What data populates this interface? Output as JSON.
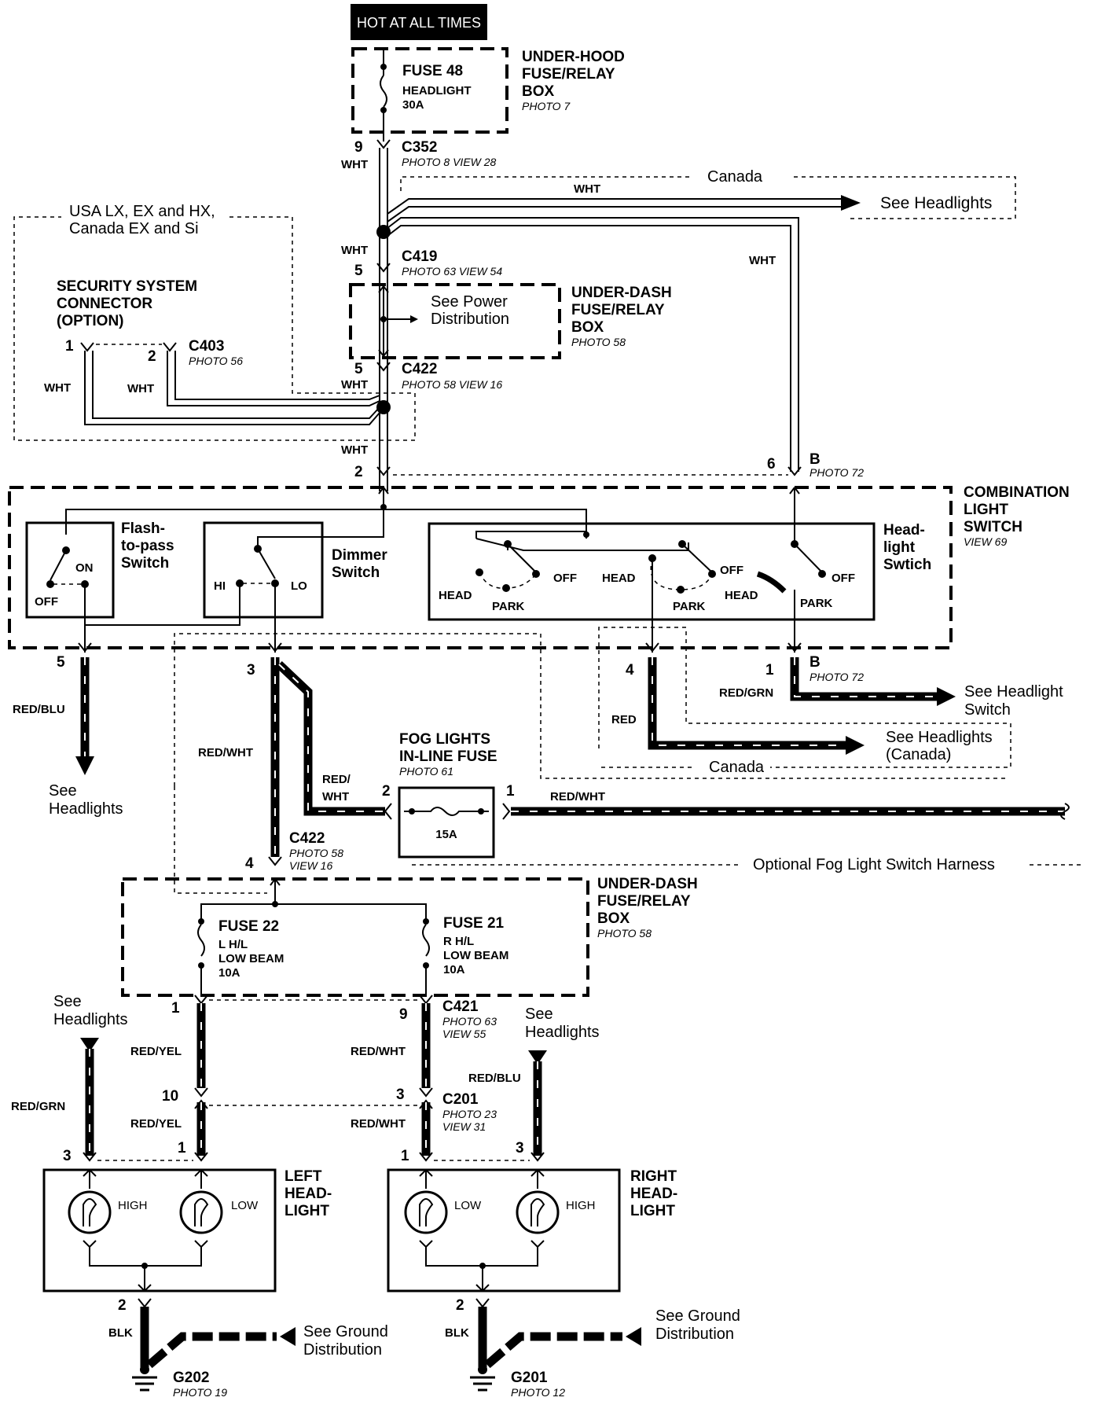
{
  "title_box": "HOT AT ALL TIMES",
  "underhood_box": {
    "title": "UNDER-HOOD FUSE/RELAY BOX",
    "l1": "UNDER-HOOD",
    "l2": "FUSE/RELAY",
    "l3": "BOX",
    "photo": "PHOTO 7"
  },
  "fuse48": {
    "name": "FUSE 48",
    "desc": "HEADLIGHT",
    "rating": "30A"
  },
  "c352": {
    "name": "C352",
    "pin": "9",
    "ref": "PHOTO 8   VIEW 28",
    "wire": "WHT"
  },
  "canada_top": "Canada",
  "wht_branch": "WHT",
  "see_headlights_top": "See Headlights",
  "usa_note": {
    "l1": "USA LX, EX and HX,",
    "l2": "Canada EX and Si"
  },
  "c419": {
    "name": "C419",
    "pin": "5",
    "ref": "PHOTO 63   VIEW 54",
    "wire": "WHT"
  },
  "wht_right": "WHT",
  "security": {
    "l1": "SECURITY SYSTEM",
    "l2": "CONNECTOR",
    "l3": "(OPTION)"
  },
  "c403": {
    "name": "C403",
    "pin1": "1",
    "pin2": "2",
    "photo": "PHOTO 56",
    "wire1": "WHT",
    "wire2": "WHT"
  },
  "underdash_top": {
    "l1": "UNDER-DASH",
    "l2": "FUSE/RELAY",
    "l3": "BOX",
    "photo": "PHOTO 58",
    "see1": "See Power",
    "see2": "Distribution"
  },
  "c422_top": {
    "name": "C422",
    "pin": "5",
    "ref": "PHOTO 58   VIEW 16",
    "wire": "WHT"
  },
  "wht_lower": "WHT",
  "switch_pins": {
    "p2": "2",
    "p6": "6",
    "b": "B",
    "photo": "PHOTO 72"
  },
  "combo": {
    "l1": "COMBINATION",
    "l2": "LIGHT",
    "l3": "SWITCH",
    "view": "VIEW 69"
  },
  "flash": {
    "l1": "Flash-",
    "l2": "to-pass",
    "l3": "Switch",
    "on": "ON",
    "off": "OFF"
  },
  "dimmer": {
    "l1": "Dimmer",
    "l2": "Switch",
    "hi": "HI",
    "lo": "LO"
  },
  "headsw": {
    "l1": "Head-",
    "l2": "light",
    "l3": "Swtich",
    "off": "OFF",
    "head": "HEAD",
    "park": "PARK"
  },
  "out_pins": {
    "p5": "5",
    "p3": "3",
    "p4": "4",
    "p1": "1",
    "b": "B",
    "photo": "PHOTO 72"
  },
  "wires": {
    "red_blu": "RED/BLU",
    "red_wht": "RED/WHT",
    "red_grn": "RED/GRN",
    "red": "RED",
    "red_wht2a": "RED/",
    "red_wht2b": "WHT",
    "red_wht3": "RED/WHT"
  },
  "see_headlights_left": {
    "l1": "See",
    "l2": "Headlights"
  },
  "see_headlight_switch": {
    "l1": "See Headlight",
    "l2": "Switch"
  },
  "see_headlights_canada": {
    "l1": "See Headlights",
    "l2": "(Canada)"
  },
  "canada_bottom": "Canada",
  "fog": {
    "l1": "FOG LIGHTS",
    "l2": "IN-LINE FUSE",
    "photo": "PHOTO 61",
    "rating": "15A",
    "pin2": "2",
    "pin1": "1"
  },
  "c422_mid": {
    "name": "C422",
    "pin": "4",
    "photo": "PHOTO 58",
    "view": "VIEW 16"
  },
  "optional": "Optional Fog Light Switch Harness",
  "underdash_bottom": {
    "l1": "UNDER-DASH",
    "l2": "FUSE/RELAY",
    "l3": "BOX",
    "photo": "PHOTO 58"
  },
  "fuse22": {
    "name": "FUSE 22",
    "d1": "L H/L",
    "d2": "LOW BEAM",
    "rating": "10A"
  },
  "fuse21": {
    "name": "FUSE 21",
    "d1": "R H/L",
    "d2": "LOW BEAM",
    "rating": "10A"
  },
  "c421": {
    "name": "C421",
    "pin1": "1",
    "pin9": "9",
    "photo": "PHOTO 63",
    "view": "VIEW 55"
  },
  "see_headlights_ll": {
    "l1": "See",
    "l2": "Headlights"
  },
  "see_headlights_rl": {
    "l1": "See",
    "l2": "Headlights"
  },
  "red_yel": "RED/YEL",
  "red_yel2": "RED/YEL",
  "red_wht_l": "RED/WHT",
  "red_wht_l2": "RED/WHT",
  "red_grn_l": "RED/GRN",
  "red_blu_r": "RED/BLU",
  "c201": {
    "name": "C201",
    "pin10": "10",
    "pin3": "3",
    "photo": "PHOTO 23",
    "view": "VIEW 31"
  },
  "left_pins": {
    "p3": "3",
    "p1": "1",
    "p2": "2"
  },
  "right_pins": {
    "p1": "1",
    "p3": "3",
    "p2": "2"
  },
  "left_hl": {
    "l1": "LEFT",
    "l2": "HEAD-",
    "l3": "LIGHT",
    "high": "HIGH",
    "low": "LOW"
  },
  "right_hl": {
    "l1": "RIGHT",
    "l2": "HEAD-",
    "l3": "LIGHT",
    "high": "HIGH",
    "low": "LOW"
  },
  "blk_l": "BLK",
  "blk_r": "BLK",
  "ground_l": {
    "l1": "See Ground",
    "l2": "Distribution"
  },
  "ground_r": {
    "l1": "See Ground",
    "l2": "Distribution"
  },
  "g202": {
    "name": "G202",
    "photo": "PHOTO 19"
  },
  "g201": {
    "name": "G201",
    "photo": "PHOTO 12"
  }
}
